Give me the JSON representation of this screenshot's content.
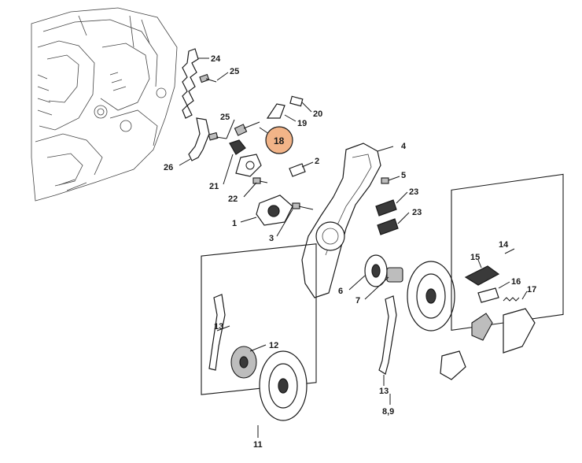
{
  "diagram": {
    "highlight_label": "18",
    "highlight_color": "#f2b488",
    "labels": {
      "l24": "24",
      "l25a": "25",
      "l20": "20",
      "l19": "19",
      "l25b": "25",
      "l18": "18",
      "l26": "26",
      "l2": "2",
      "l4": "4",
      "l5": "5",
      "l21": "21",
      "l22": "22",
      "l23a": "23",
      "l23b": "23",
      "l1": "1",
      "l3": "3",
      "l14": "14",
      "l15": "15",
      "l16": "16",
      "l17": "17",
      "l6": "6",
      "l7": "7",
      "l13a": "13",
      "l12": "12",
      "l11": "11",
      "l13b": "13",
      "l89": "8,9"
    }
  }
}
